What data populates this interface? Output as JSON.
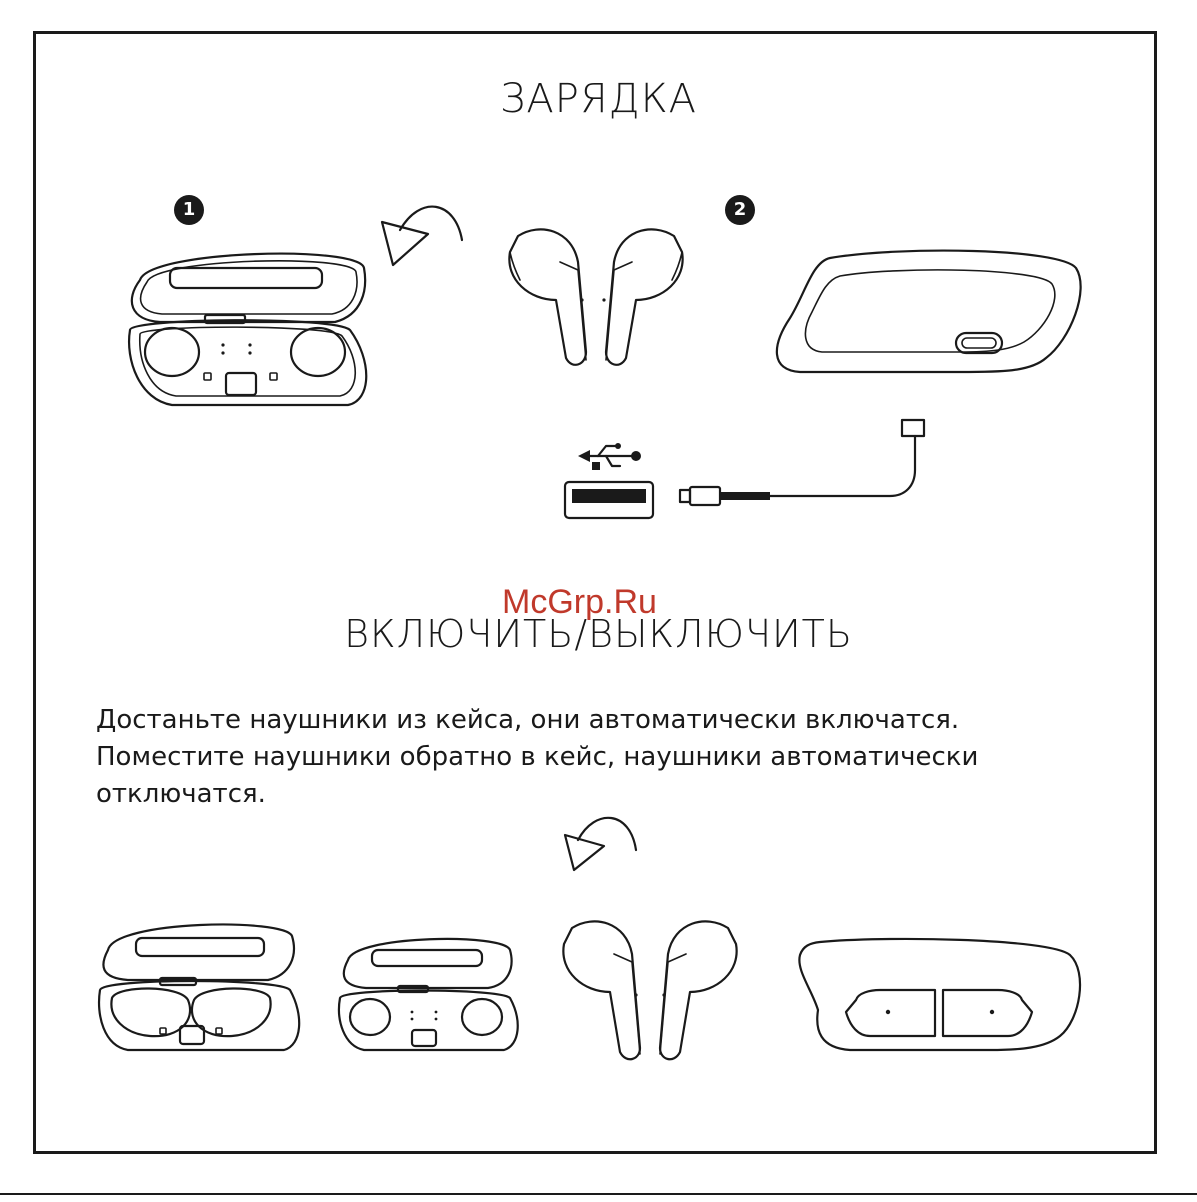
{
  "sections": {
    "charging_title": "ЗАРЯДКА",
    "power_title": "ВКЛЮЧИТЬ/ВЫКЛЮЧИТЬ"
  },
  "steps": {
    "one": "1",
    "two": "2"
  },
  "instructions": "Достаньте наушники из кейса, они автоматически включатся. Поместите наушники обратно в кейс, наушники автоматически отключатся.",
  "watermark": "McGrp.Ru",
  "colors": {
    "ink": "#1a1a1a",
    "watermark": "#c0392b",
    "background": "#ffffff"
  },
  "icons": [
    "usb-icon",
    "curved-arrow-icon",
    "open-case-icon",
    "earbuds-icon",
    "closed-case-icon",
    "usb-port-icon",
    "charging-cable-icon"
  ]
}
